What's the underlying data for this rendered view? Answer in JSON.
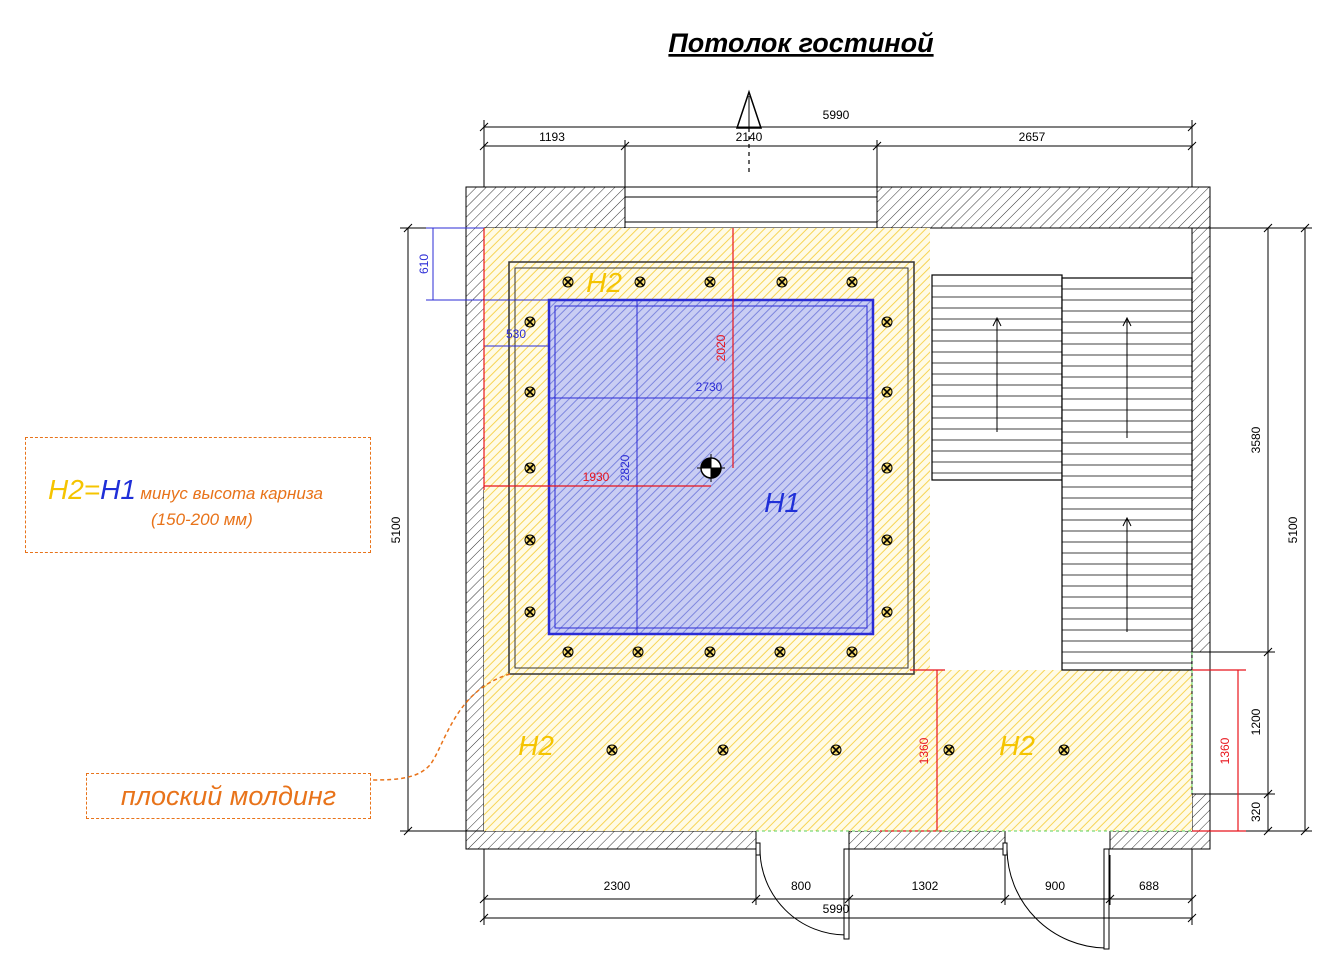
{
  "title": "Потолок гостиной",
  "dimensions": {
    "top_total": "5990",
    "top_left": "1193",
    "top_mid": "2140",
    "top_right": "2657",
    "bottom_1": "2300",
    "bottom_2": "800",
    "bottom_3": "1302",
    "bottom_4": "900",
    "bottom_5": "688",
    "bottom_total": "5990",
    "left_total": "5100",
    "right_total": "5100",
    "right_upper": "3580",
    "right_mid": "1200",
    "right_low": "320",
    "blue_610": "610",
    "blue_530": "530",
    "blue_2730": "2730",
    "blue_2820": "2820",
    "red_2020": "2020",
    "red_1930": "1930",
    "red_1360_left": "1360",
    "red_1360_right": "1360"
  },
  "labels": {
    "h2_top": "H2",
    "h1_center": "H1",
    "h2_bottom_left": "H2",
    "h2_bottom_right": "H2"
  },
  "note": {
    "h2": "H2=",
    "h1": "H1",
    "text1": "минус высота карниза",
    "text2": "(150-200 мм)"
  },
  "molding_label": "плоский молдинг",
  "colors": {
    "h2_yellow": "#f5c400",
    "h1_blue": "#1f2fd8",
    "dim_red": "#e8141c",
    "note_orange": "#e8731a"
  }
}
